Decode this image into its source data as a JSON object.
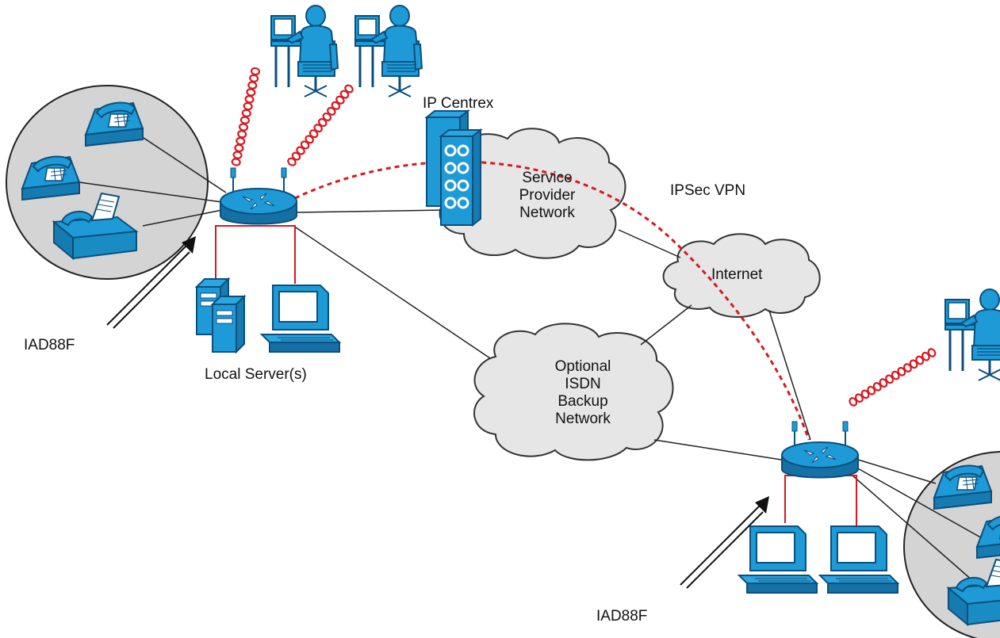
{
  "labels": {
    "ip_centrex": "IP Centrex",
    "service_provider_line1": "Service",
    "service_provider_line2": "Provider",
    "service_provider_line3": "Network",
    "ipsec_vpn": "IPSec VPN",
    "internet": "Internet",
    "isdn_line1": "Optional",
    "isdn_line2": "ISDN",
    "isdn_line3": "Backup",
    "isdn_line4": "Network",
    "local_servers": "Local Server(s)",
    "iad_left": "IAD88F",
    "iad_right": "IAD88F"
  },
  "colors": {
    "device_blue": "#1e9ad6",
    "device_dark": "#0b4f7c",
    "cloud_fill": "#e6e6e6",
    "cloud_stroke": "#333333",
    "wireless_red": "#d71920",
    "vpn_red": "#d71920",
    "link_black": "#222222",
    "lan_red": "#d71920",
    "circle_fill": "#d4d4d4"
  },
  "icons": [
    "router-icon",
    "phone-icon",
    "fax-icon",
    "workstation-icon",
    "server-icon",
    "pc-icon",
    "centrex-server-icon",
    "cloud-icon",
    "wireless-link-icon",
    "arrow-icon"
  ]
}
